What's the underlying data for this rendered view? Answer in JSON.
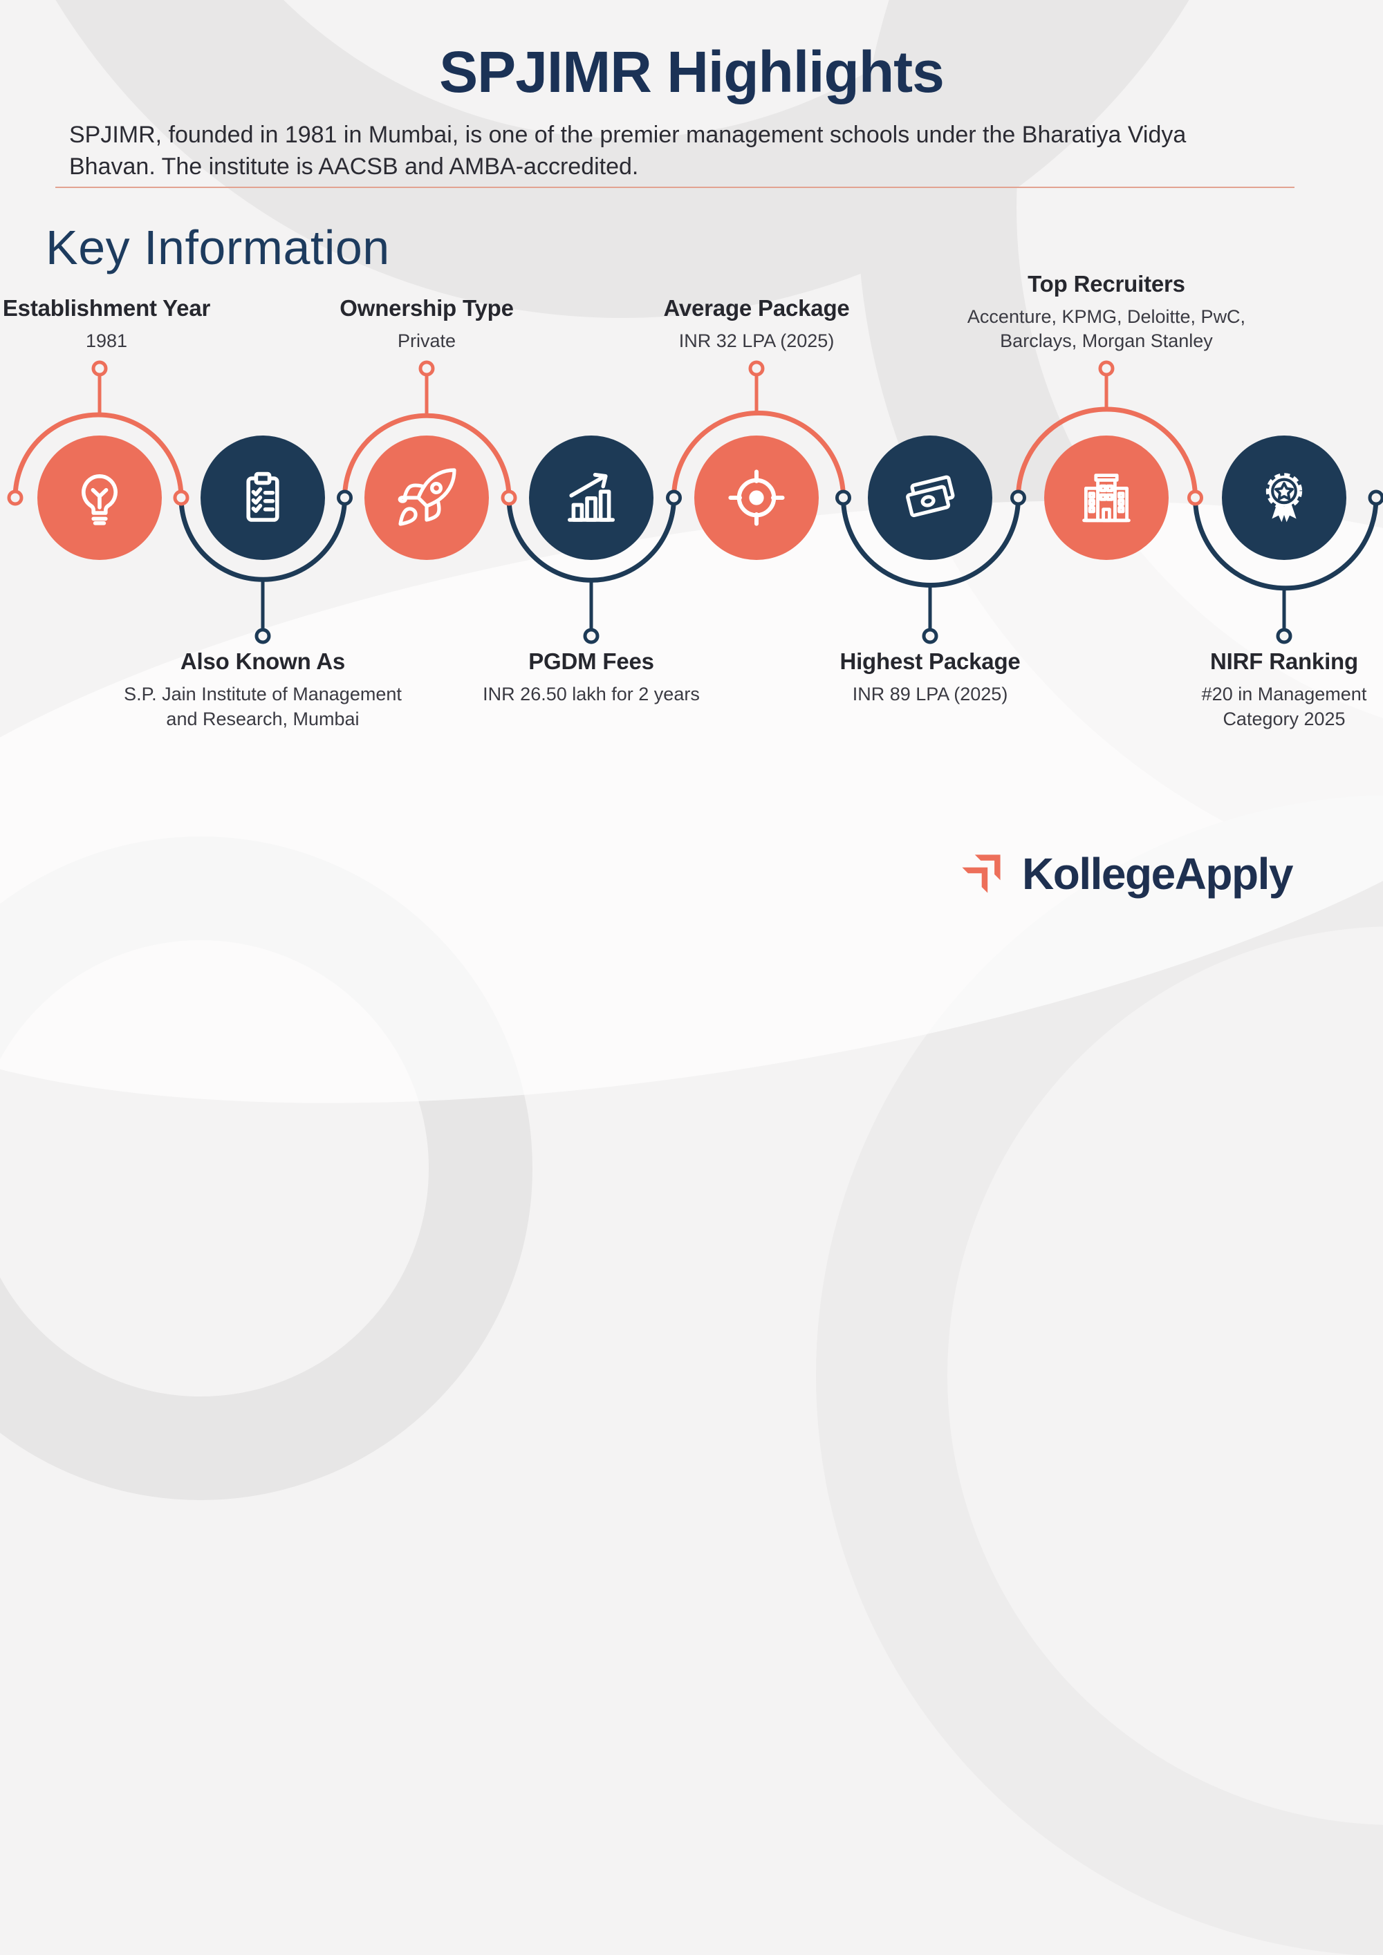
{
  "title": "SPJIMR Highlights",
  "subtitle": "SPJIMR, founded in 1981 in Mumbai, is one of the premier management schools under the Bharatiya Vidya Bhavan. The institute is AACSB and AMBA-accredited.",
  "section_heading": "Key Information",
  "colors": {
    "coral": "#ED6F5A",
    "navy": "#1D3A56",
    "title_navy": "#1B3256",
    "section_navy": "#1D3B5E",
    "heading_text": "#26272E",
    "body_text": "#3A3A42",
    "divider": "#E2A391",
    "background": "#F4F3F3"
  },
  "items": [
    {
      "title": "Establishment Year",
      "value": "1981",
      "value2": "",
      "icon": "lightbulb-icon",
      "position": "top",
      "circle_color": "coral"
    },
    {
      "title": "Also Known As",
      "value": "S.P. Jain Institute of Management",
      "value2": "and Research, Mumbai",
      "icon": "checklist-clipboard-icon",
      "position": "bottom",
      "circle_color": "navy"
    },
    {
      "title": "Ownership Type",
      "value": "Private",
      "value2": "",
      "icon": "rocket-icon",
      "position": "top",
      "circle_color": "coral"
    },
    {
      "title": "PGDM Fees",
      "value": "INR 26.50 lakh for 2 years",
      "value2": "",
      "icon": "growth-chart-icon",
      "position": "bottom",
      "circle_color": "navy"
    },
    {
      "title": "Average Package",
      "value": "INR 32 LPA (2025)",
      "value2": "",
      "icon": "target-icon",
      "position": "top",
      "circle_color": "coral"
    },
    {
      "title": "Highest Package",
      "value": "INR 89 LPA (2025)",
      "value2": "",
      "icon": "banknotes-icon",
      "position": "bottom",
      "circle_color": "navy"
    },
    {
      "title": "Top Recruiters",
      "value": "Accenture, KPMG, Deloitte, PwC,",
      "value2": "Barclays, Morgan Stanley",
      "icon": "building-icon",
      "position": "top",
      "circle_color": "coral"
    },
    {
      "title": "NIRF Ranking",
      "value": "#20 in Management",
      "value2": "Category 2025",
      "icon": "award-ribbon-icon",
      "position": "bottom",
      "circle_color": "navy"
    }
  ],
  "logo": {
    "text": "KollegeApply",
    "icon": "kollegeapply-chevrons-icon",
    "mark_color": "#ED6F5A",
    "text_color": "#1E3050"
  }
}
